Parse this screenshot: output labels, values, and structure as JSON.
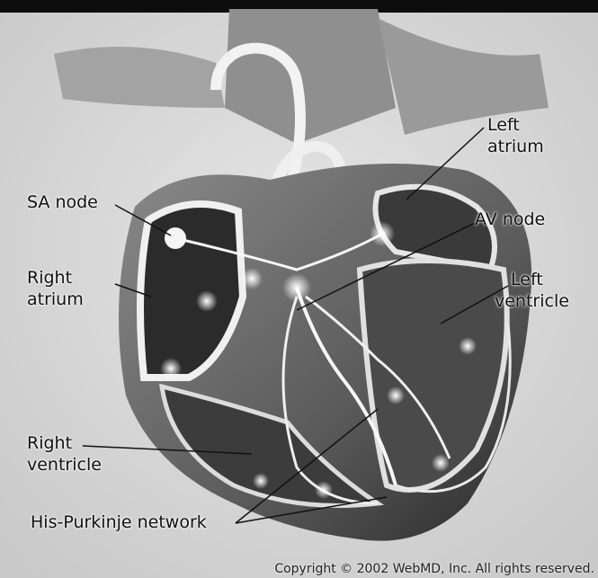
{
  "labels": {
    "sa_node": "SA node",
    "right_atrium_1": "Right",
    "right_atrium_2": "atrium",
    "right_ventricle_1": "Right",
    "right_ventricle_2": "ventricle",
    "left_atrium_1": "Left",
    "left_atrium_2": "atrium",
    "av_node": "AV node",
    "left_ventricle_1": "Left",
    "left_ventricle_2": "ventricle",
    "his_purkinje": "His-Purkinje network"
  },
  "copyright": "Copyright © 2002 WebMD, Inc. All rights reserved."
}
